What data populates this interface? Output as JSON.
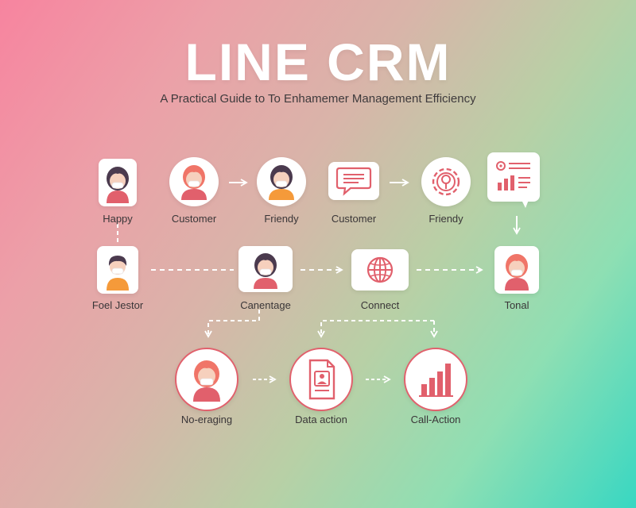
{
  "header": {
    "title": "LINE CRM",
    "subtitle": "A Practical Guide to To Enhamemer Management Efficiency"
  },
  "colors": {
    "accent": "#e1606c",
    "hair": "#4b3a4e",
    "hair_light": "#f07568",
    "skin": "#f6d0bd",
    "shirt_orange": "#f59a3a",
    "connector": "#ffffff"
  },
  "nodes": [
    {
      "id": "happy",
      "label": "Happy",
      "icon": "person-icon"
    },
    {
      "id": "customer-1",
      "label": "Customer",
      "icon": "person-icon"
    },
    {
      "id": "friendy-1",
      "label": "Friendy",
      "icon": "person-icon"
    },
    {
      "id": "customer-2",
      "label": "Customer",
      "icon": "chat-bubble-icon"
    },
    {
      "id": "friendy-2",
      "label": "Friendy",
      "icon": "gear-icon"
    },
    {
      "id": "analytics",
      "label": "",
      "icon": "analytics-bubble-icon"
    },
    {
      "id": "foel-jestor",
      "label": "Foel Jestor",
      "icon": "person-icon"
    },
    {
      "id": "canentage",
      "label": "Canentage",
      "icon": "person-icon"
    },
    {
      "id": "connect",
      "label": "Connect",
      "icon": "globe-icon"
    },
    {
      "id": "tonal",
      "label": "Tonal",
      "icon": "person-icon"
    },
    {
      "id": "no-eraging",
      "label": "No-eraging",
      "icon": "person-icon"
    },
    {
      "id": "data-action",
      "label": "Data action",
      "icon": "document-icon"
    },
    {
      "id": "call-action",
      "label": "Call-Action",
      "icon": "bar-chart-icon"
    }
  ]
}
